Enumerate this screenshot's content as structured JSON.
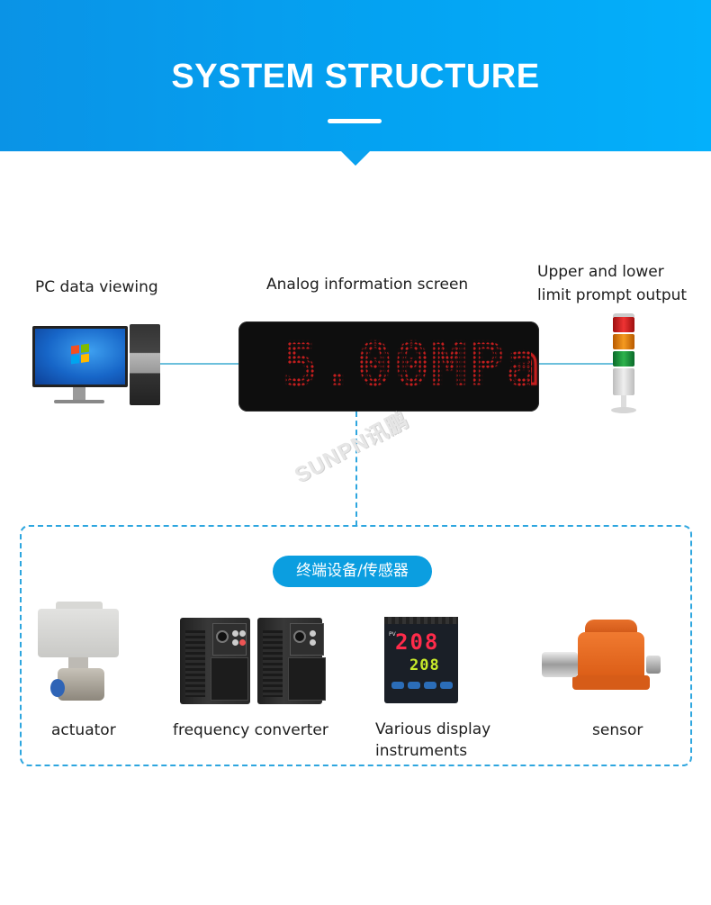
{
  "header": {
    "title": "SYSTEM STRUCTURE",
    "gradient_colors": [
      "#0a93e6",
      "#04b0fb"
    ]
  },
  "top_row": {
    "pc": {
      "label": "PC data viewing",
      "icon": "desktop-computer-icon"
    },
    "screen": {
      "label": "Analog information screen",
      "display_value": "5.00MPa",
      "led_color": "#c41e1e"
    },
    "alarm": {
      "label_line1": "Upper and lower",
      "label_line2": "limit prompt output",
      "icon": "signal-tower-light-icon"
    }
  },
  "watermark": "SUNPN讯鹏",
  "terminal_group": {
    "title": "终端设备/传感器",
    "accent_color": "#0b9ee0",
    "devices": [
      {
        "label": "actuator",
        "icon": "electric-valve-actuator-icon"
      },
      {
        "label": "frequency converter",
        "icon": "frequency-converter-icon"
      },
      {
        "label_line1": "Various display",
        "label_line2": "instruments",
        "icon": "display-instrument-icon",
        "pv_value": "208",
        "sv_value": "208"
      },
      {
        "label": "sensor",
        "icon": "gas-sensor-icon"
      }
    ]
  },
  "connector_color": "#6cc0dc",
  "dash_color": "#2ea6df"
}
